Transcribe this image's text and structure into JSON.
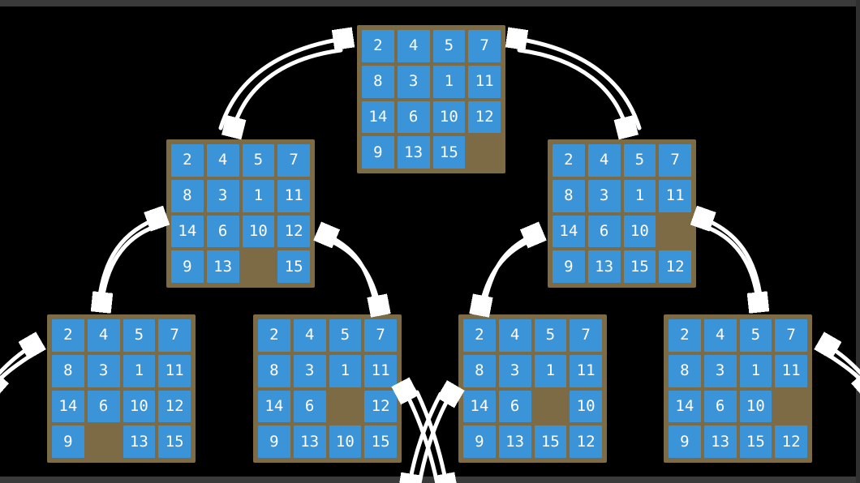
{
  "colors": {
    "background": "#000000",
    "frame": "#7d6b46",
    "tile": "#3b93d8",
    "tile_text": "#ffffff",
    "arrow": "#ffffff",
    "edge_bar": "#3a3a3a"
  },
  "boards": [
    {
      "id": "root-top",
      "grid": [
        [
          "2",
          "4",
          "5",
          "7"
        ],
        [
          "8",
          "3",
          "1",
          "11"
        ],
        [
          "14",
          "6",
          "10",
          "12"
        ],
        [
          "9",
          "13",
          "15",
          ""
        ]
      ]
    },
    {
      "id": "mid-left",
      "grid": [
        [
          "2",
          "4",
          "5",
          "7"
        ],
        [
          "8",
          "3",
          "1",
          "11"
        ],
        [
          "14",
          "6",
          "10",
          "12"
        ],
        [
          "9",
          "13",
          "",
          "15"
        ]
      ]
    },
    {
      "id": "mid-right",
      "grid": [
        [
          "2",
          "4",
          "5",
          "7"
        ],
        [
          "8",
          "3",
          "1",
          "11"
        ],
        [
          "14",
          "6",
          "10",
          ""
        ],
        [
          "9",
          "13",
          "15",
          "12"
        ]
      ]
    },
    {
      "id": "bottom-first",
      "grid": [
        [
          "2",
          "4",
          "5",
          "7"
        ],
        [
          "8",
          "3",
          "1",
          "11"
        ],
        [
          "14",
          "6",
          "10",
          "12"
        ],
        [
          "9",
          "",
          "13",
          "15"
        ]
      ]
    },
    {
      "id": "bottom-second",
      "grid": [
        [
          "2",
          "4",
          "5",
          "7"
        ],
        [
          "8",
          "3",
          "1",
          "11"
        ],
        [
          "14",
          "6",
          "",
          "12"
        ],
        [
          "9",
          "13",
          "10",
          "15"
        ]
      ]
    },
    {
      "id": "bottom-third",
      "grid": [
        [
          "2",
          "4",
          "5",
          "7"
        ],
        [
          "8",
          "3",
          "1",
          "11"
        ],
        [
          "14",
          "6",
          "",
          "10"
        ],
        [
          "9",
          "13",
          "15",
          "12"
        ]
      ]
    },
    {
      "id": "bottom-fourth",
      "grid": [
        [
          "2",
          "4",
          "5",
          "7"
        ],
        [
          "8",
          "3",
          "1",
          "11"
        ],
        [
          "14",
          "6",
          "10",
          ""
        ],
        [
          "9",
          "13",
          "15",
          "12"
        ]
      ]
    }
  ],
  "boards_note": "bottom-fourth blank is in row 2 col 4",
  "connections": [
    {
      "from": "root-top",
      "to": "mid-left",
      "bidirectional": true
    },
    {
      "from": "root-top",
      "to": "mid-right",
      "bidirectional": true
    },
    {
      "from": "mid-left",
      "to": "bottom-first",
      "bidirectional": true
    },
    {
      "from": "mid-left",
      "to": "bottom-second",
      "bidirectional": true
    },
    {
      "from": "mid-right",
      "to": "bottom-third",
      "bidirectional": true
    },
    {
      "from": "mid-right",
      "to": "bottom-fourth",
      "bidirectional": true
    },
    {
      "from": "offscreen-left",
      "to": "bottom-first",
      "bidirectional": true
    },
    {
      "from": "offscreen-right",
      "to": "bottom-fourth",
      "bidirectional": true
    },
    {
      "from": "bottom-second",
      "to": "offscreen-bottom",
      "bidirectional": true
    },
    {
      "from": "bottom-third",
      "to": "offscreen-bottom",
      "bidirectional": true
    }
  ]
}
